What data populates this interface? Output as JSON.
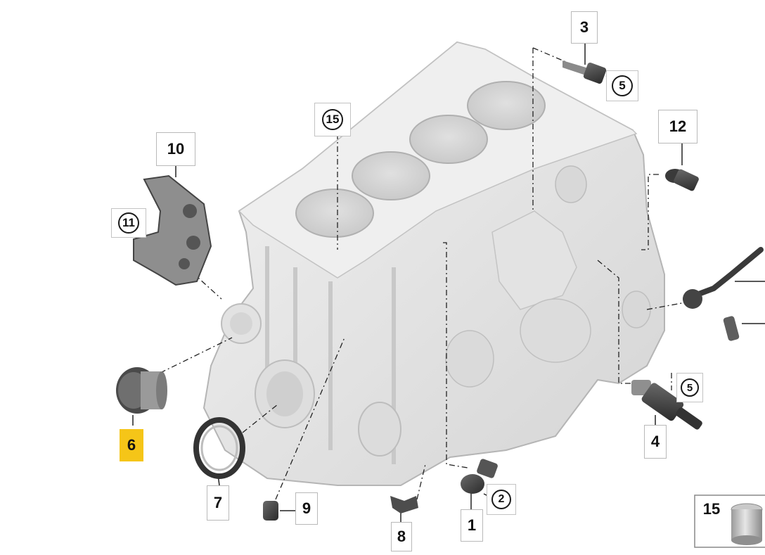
{
  "diagram": {
    "callouts": {
      "c1": "1",
      "c2": "2",
      "c3": "3",
      "c4": "4",
      "c5a": "5",
      "c5b": "5",
      "c6": "6",
      "c7": "7",
      "c8": "8",
      "c9": "9",
      "c10": "10",
      "c11": "11",
      "c12": "12",
      "c15a": "15",
      "c15b": "15"
    },
    "highlight_color": "#f5c518"
  }
}
